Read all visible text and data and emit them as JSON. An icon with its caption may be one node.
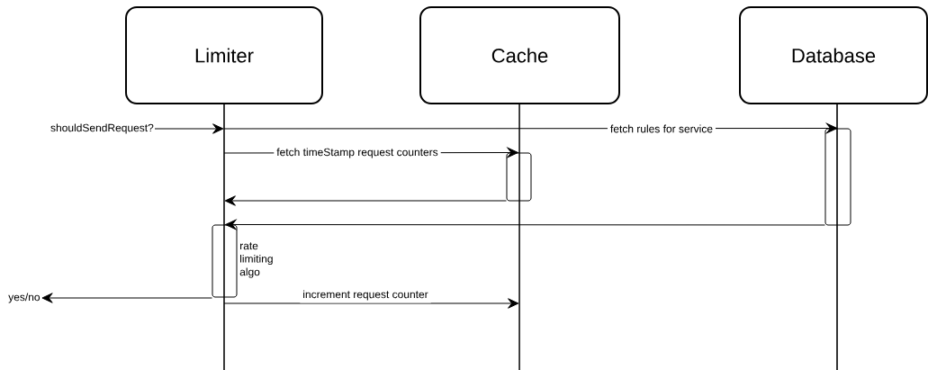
{
  "diagram": {
    "nodes": [
      {
        "text": [
          "Limiter"
        ]
      },
      {
        "text": [
          "Cache"
        ]
      },
      {
        "text": [
          "Database"
        ]
      },
      {
        "text": [
          "shouldSendRequest?"
        ]
      },
      {
        "text": [],
        "shape": "bar"
      },
      {
        "text": [],
        "shape": "bar"
      },
      {
        "text": [],
        "shape": "bar",
        "beside": [
          "rate limiting algo"
        ]
      },
      {
        "text": [
          "yes/no"
        ]
      },
      {
        "text": [],
        "shape": "line"
      },
      {
        "text": [],
        "shape": "line"
      },
      {
        "text": [],
        "shape": "line"
      }
    ],
    "edges": [
      {
        "from": 3,
        "to": 8,
        "arrow": "to"
      },
      {
        "from": 8,
        "to": 4,
        "arrow": "to",
        "label": "fetch rules for service"
      },
      {
        "from": 8,
        "to": 5,
        "arrow": "to",
        "label": "fetch timeStamp request counters"
      },
      {
        "from": 5,
        "to": 8,
        "arrow": "to"
      },
      {
        "from": 4,
        "to": 6,
        "arrow": "to"
      },
      {
        "from": 6,
        "to": 7,
        "arrow": "to"
      },
      {
        "from": 8,
        "to": 9,
        "arrow": "to",
        "label": "increment request counter"
      }
    ]
  }
}
